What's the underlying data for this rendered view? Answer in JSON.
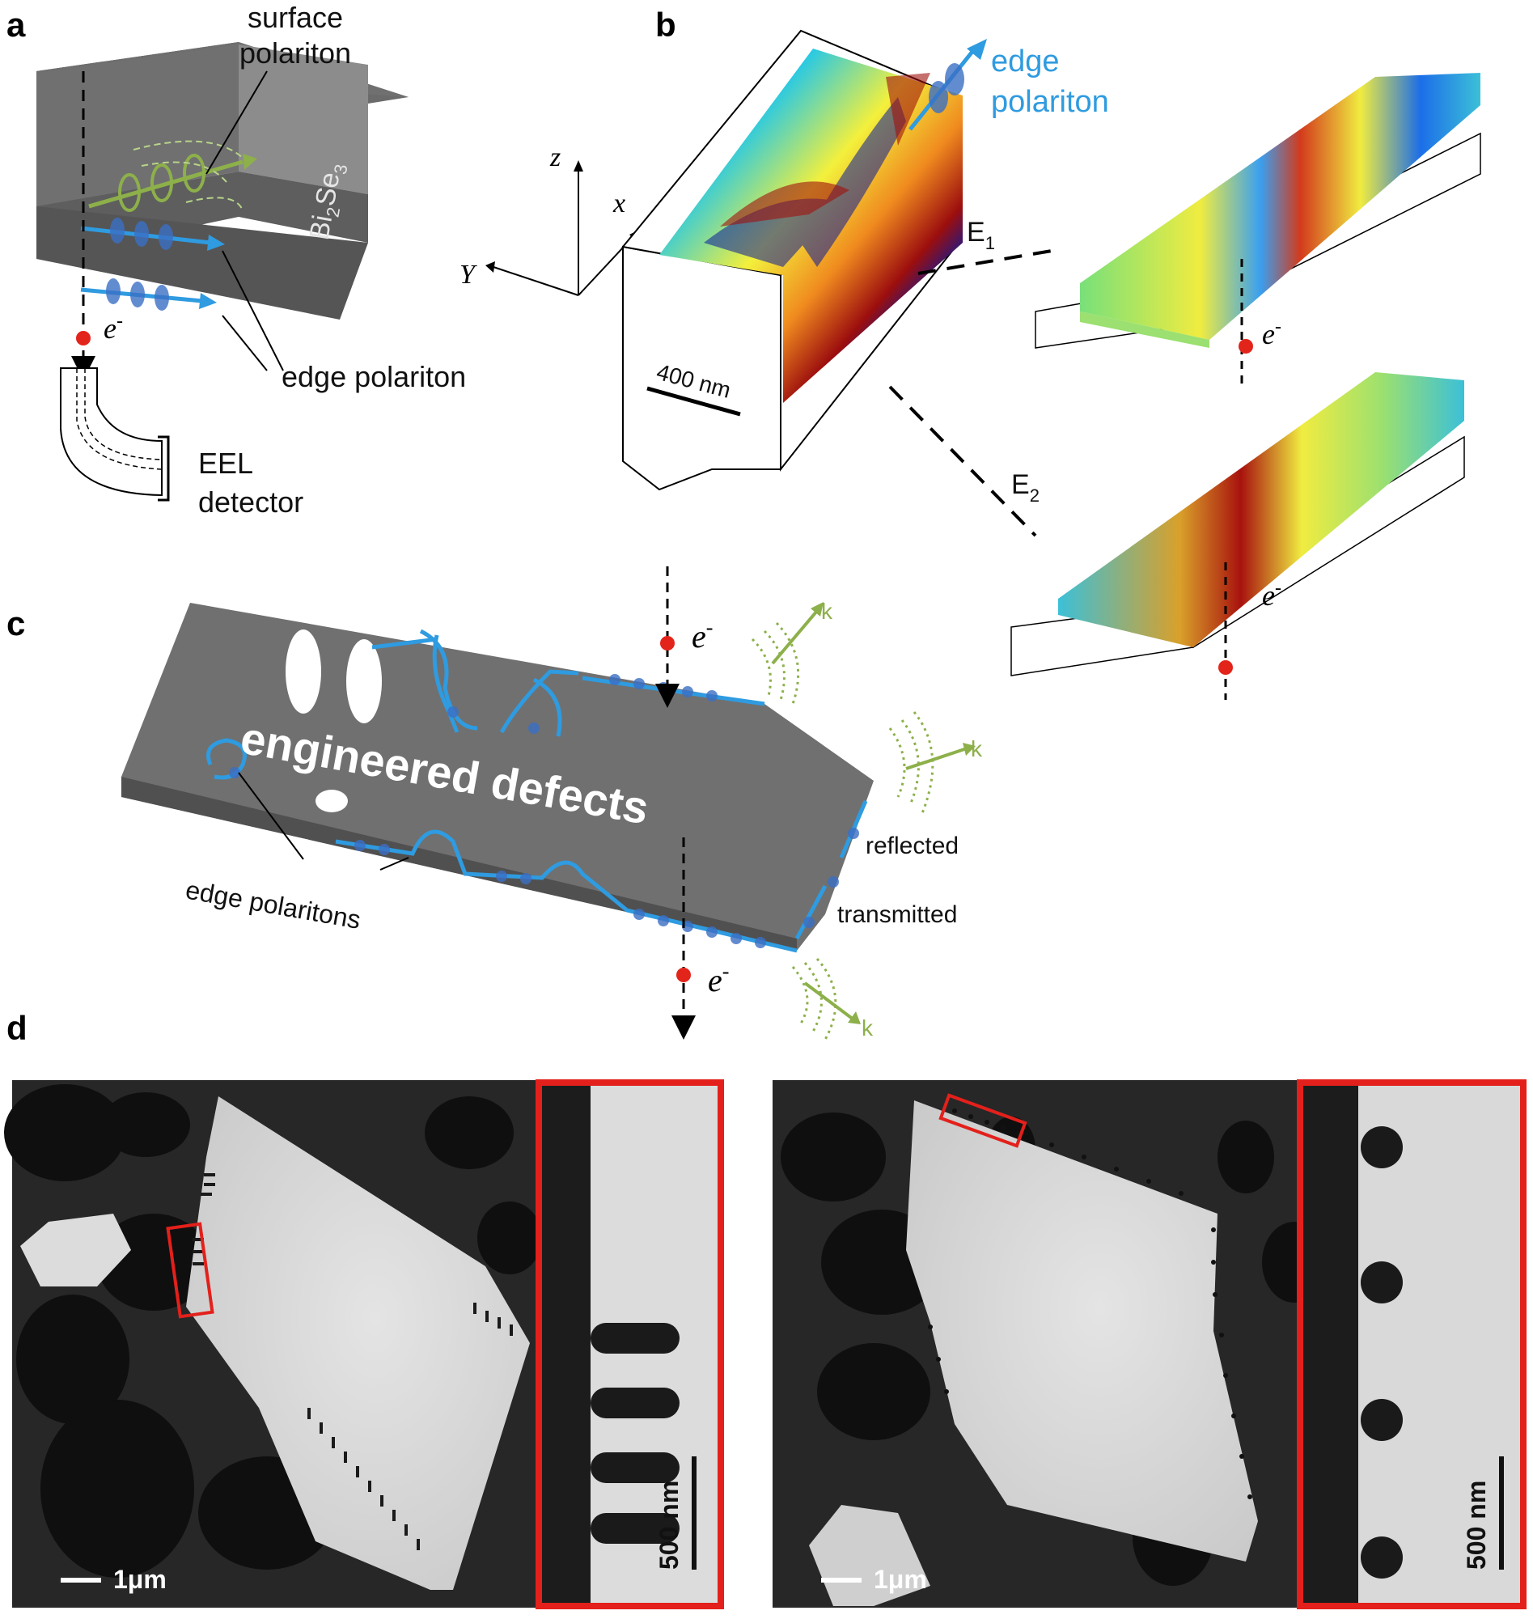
{
  "panels": {
    "a": {
      "label": "a",
      "surface_polariton": [
        "surface",
        "polariton"
      ],
      "material": "Bi",
      "material_sub1": "2",
      "material_mid": "Se",
      "material_sub2": "3",
      "electron": "e",
      "electron_sup": "-",
      "edge_polariton": "edge polariton",
      "detector": [
        "EEL",
        "detector"
      ]
    },
    "b": {
      "label": "b",
      "edge_polariton": [
        "edge",
        "polariton"
      ],
      "axes": {
        "z": "z",
        "x": "x",
        "y": "Y"
      },
      "scale": "400 nm",
      "energy1": "E",
      "energy1_sub": "1",
      "energy2": "E",
      "energy2_sub": "2",
      "electron": "e",
      "electron_sup": "-"
    },
    "c": {
      "label": "c",
      "title": "engineered defects",
      "edge_polaritons": "edge polaritons",
      "reflected": "reflected",
      "transmitted": "transmitted",
      "k": "k",
      "electron": "e",
      "electron_sup": "-"
    },
    "d": {
      "label": "d",
      "left_scale": "1μm",
      "left_inset_scale": "500 nm",
      "right_scale": "1μm",
      "right_inset_scale": "500 nm"
    }
  },
  "colors": {
    "edge_polariton": "#2f9be0",
    "surface_polariton": "#8db04a",
    "electron": "#e3241b",
    "inset_frame": "#e3201b"
  }
}
